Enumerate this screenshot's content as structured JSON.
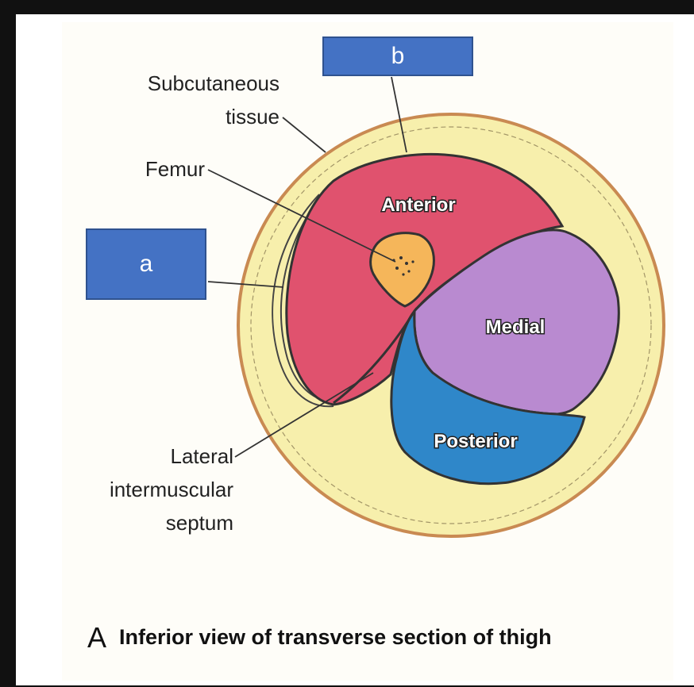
{
  "labels": {
    "subcutaneous_line1": "Subcutaneous",
    "subcutaneous_line2": "tissue",
    "femur": "Femur",
    "lateral_line1": "Lateral",
    "lateral_line2": "intermuscular",
    "lateral_line3": "septum"
  },
  "compartments": {
    "anterior": "Anterior",
    "medial": "Medial",
    "posterior": "Posterior"
  },
  "boxes": {
    "a": "a",
    "b": "b"
  },
  "caption": {
    "letter": "A",
    "text": "Inferior view of transverse section of thigh"
  },
  "colors": {
    "frame": "#111111",
    "skin": "#f7efac",
    "anterior": "#e0526e",
    "medial": "#b98ad0",
    "posterior": "#2f87c9",
    "femur": "#f5b65a",
    "label_box": "#4472c4"
  }
}
